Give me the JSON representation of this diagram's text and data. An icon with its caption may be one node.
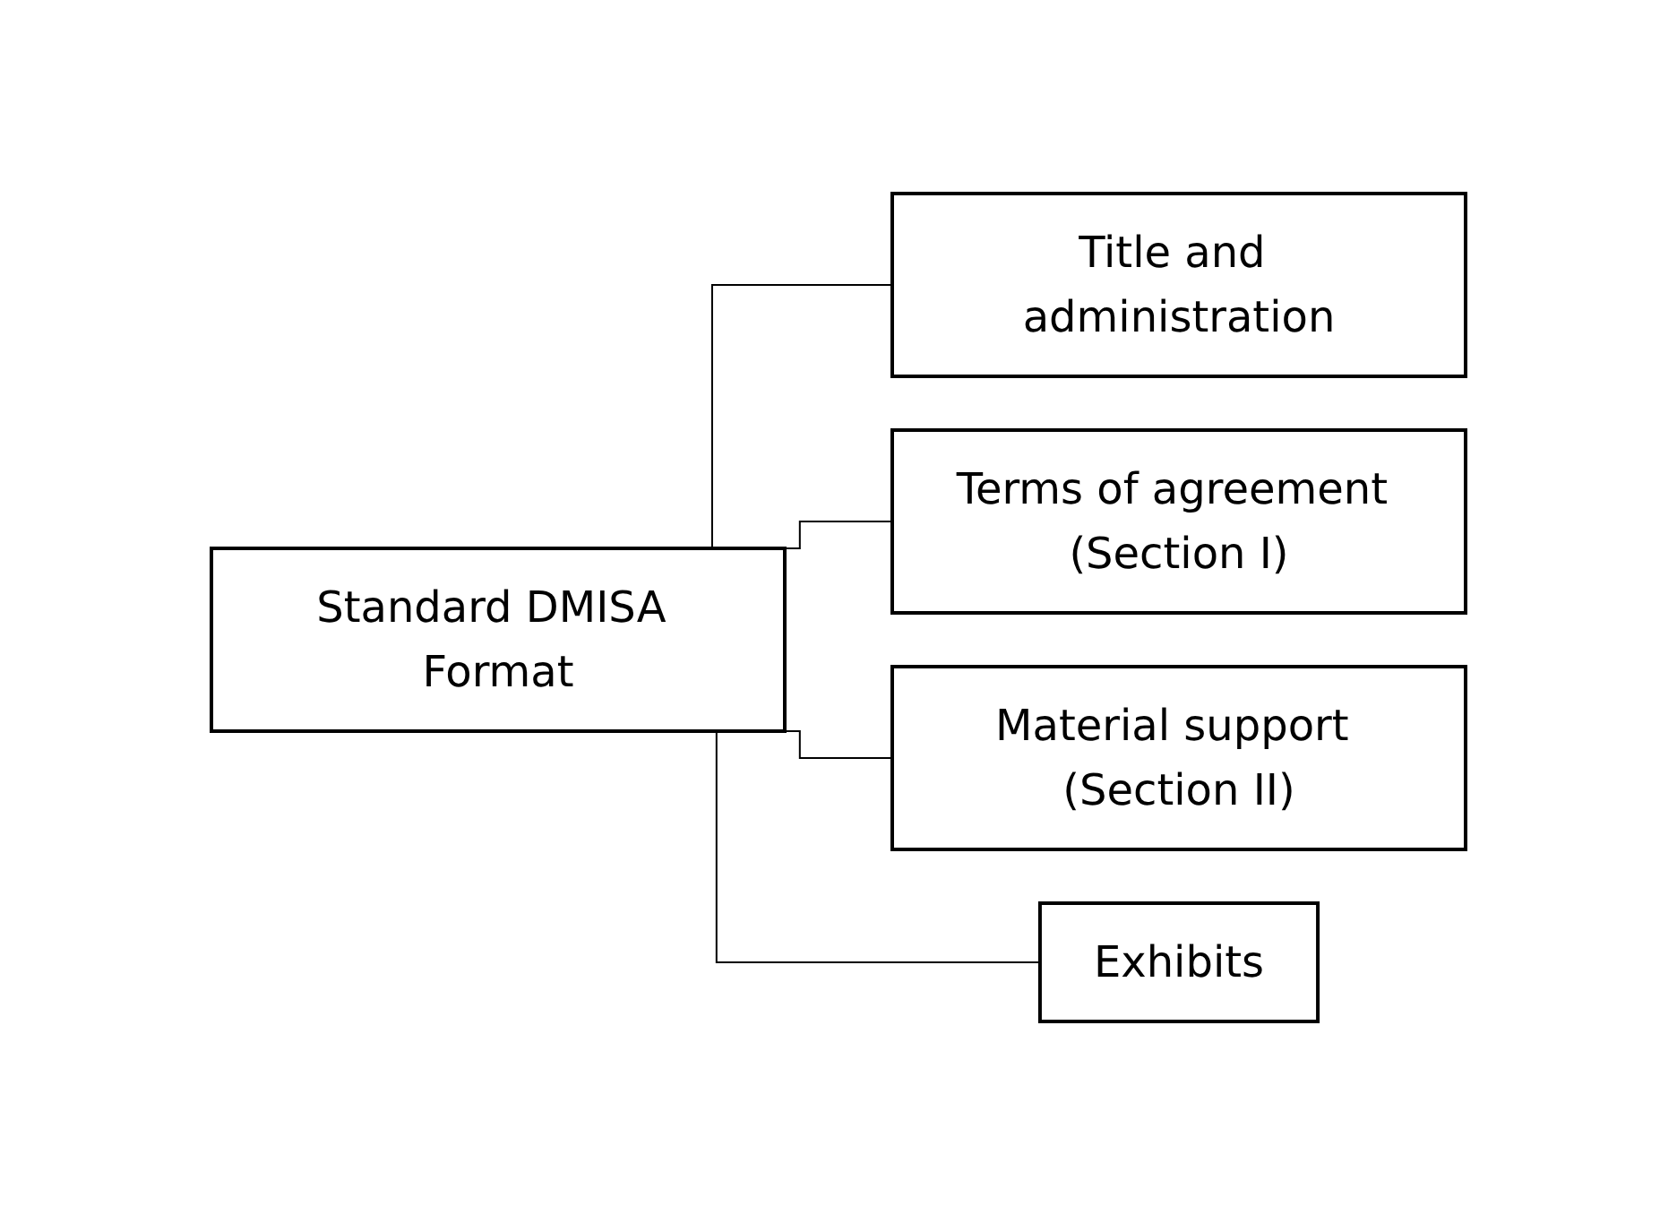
{
  "diagram": {
    "nodes": [
      {
        "text": [
          "Standard DMISA Format"
        ]
      },
      {
        "text": [
          "Title and administration"
        ]
      },
      {
        "text": [
          "Terms of agreement (Section I)"
        ]
      },
      {
        "text": [
          "Material support (Section II)"
        ]
      },
      {
        "text": [
          "Exhibits"
        ]
      }
    ],
    "edges": [
      {
        "from": 0,
        "to": 1,
        "arrow": "none"
      },
      {
        "from": 0,
        "to": 2,
        "arrow": "none"
      },
      {
        "from": 0,
        "to": 3,
        "arrow": "none"
      },
      {
        "from": 0,
        "to": 4,
        "arrow": "none"
      }
    ]
  }
}
